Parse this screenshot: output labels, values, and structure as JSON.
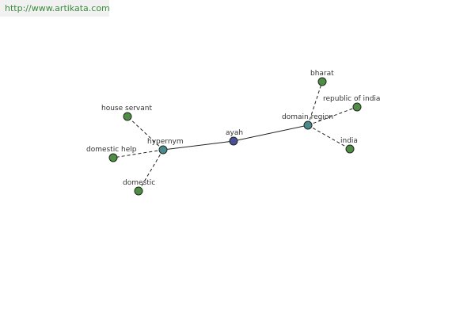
{
  "watermark": {
    "text": "http://www.artikata.com"
  },
  "colors": {
    "center": "#4a4f9a",
    "hub": "#4a8a8f",
    "leaf": "#4f8c44",
    "edge": "#222222"
  },
  "graph": {
    "nodes": [
      {
        "id": "ayah",
        "label": "ayah",
        "kind": "center"
      },
      {
        "id": "hypernym",
        "label": "hypernym",
        "kind": "hub"
      },
      {
        "id": "domain-region",
        "label": "domain region",
        "kind": "hub"
      },
      {
        "id": "house-servant",
        "label": "house servant",
        "kind": "leaf"
      },
      {
        "id": "domestic-help",
        "label": "domestic help",
        "kind": "leaf"
      },
      {
        "id": "domestic",
        "label": "domestic",
        "kind": "leaf"
      },
      {
        "id": "bharat",
        "label": "bharat",
        "kind": "leaf"
      },
      {
        "id": "republic-of-india",
        "label": "republic of india",
        "kind": "leaf"
      },
      {
        "id": "india",
        "label": "india",
        "kind": "leaf"
      }
    ],
    "edges": [
      {
        "from": "ayah",
        "to": "hypernym",
        "style": "solid"
      },
      {
        "from": "ayah",
        "to": "domain-region",
        "style": "solid"
      },
      {
        "from": "hypernym",
        "to": "house-servant",
        "style": "dashed"
      },
      {
        "from": "hypernym",
        "to": "domestic-help",
        "style": "dashed"
      },
      {
        "from": "hypernym",
        "to": "domestic",
        "style": "dashed"
      },
      {
        "from": "domain-region",
        "to": "bharat",
        "style": "dashed"
      },
      {
        "from": "domain-region",
        "to": "republic-of-india",
        "style": "dashed"
      },
      {
        "from": "domain-region",
        "to": "india",
        "style": "dashed"
      }
    ]
  }
}
